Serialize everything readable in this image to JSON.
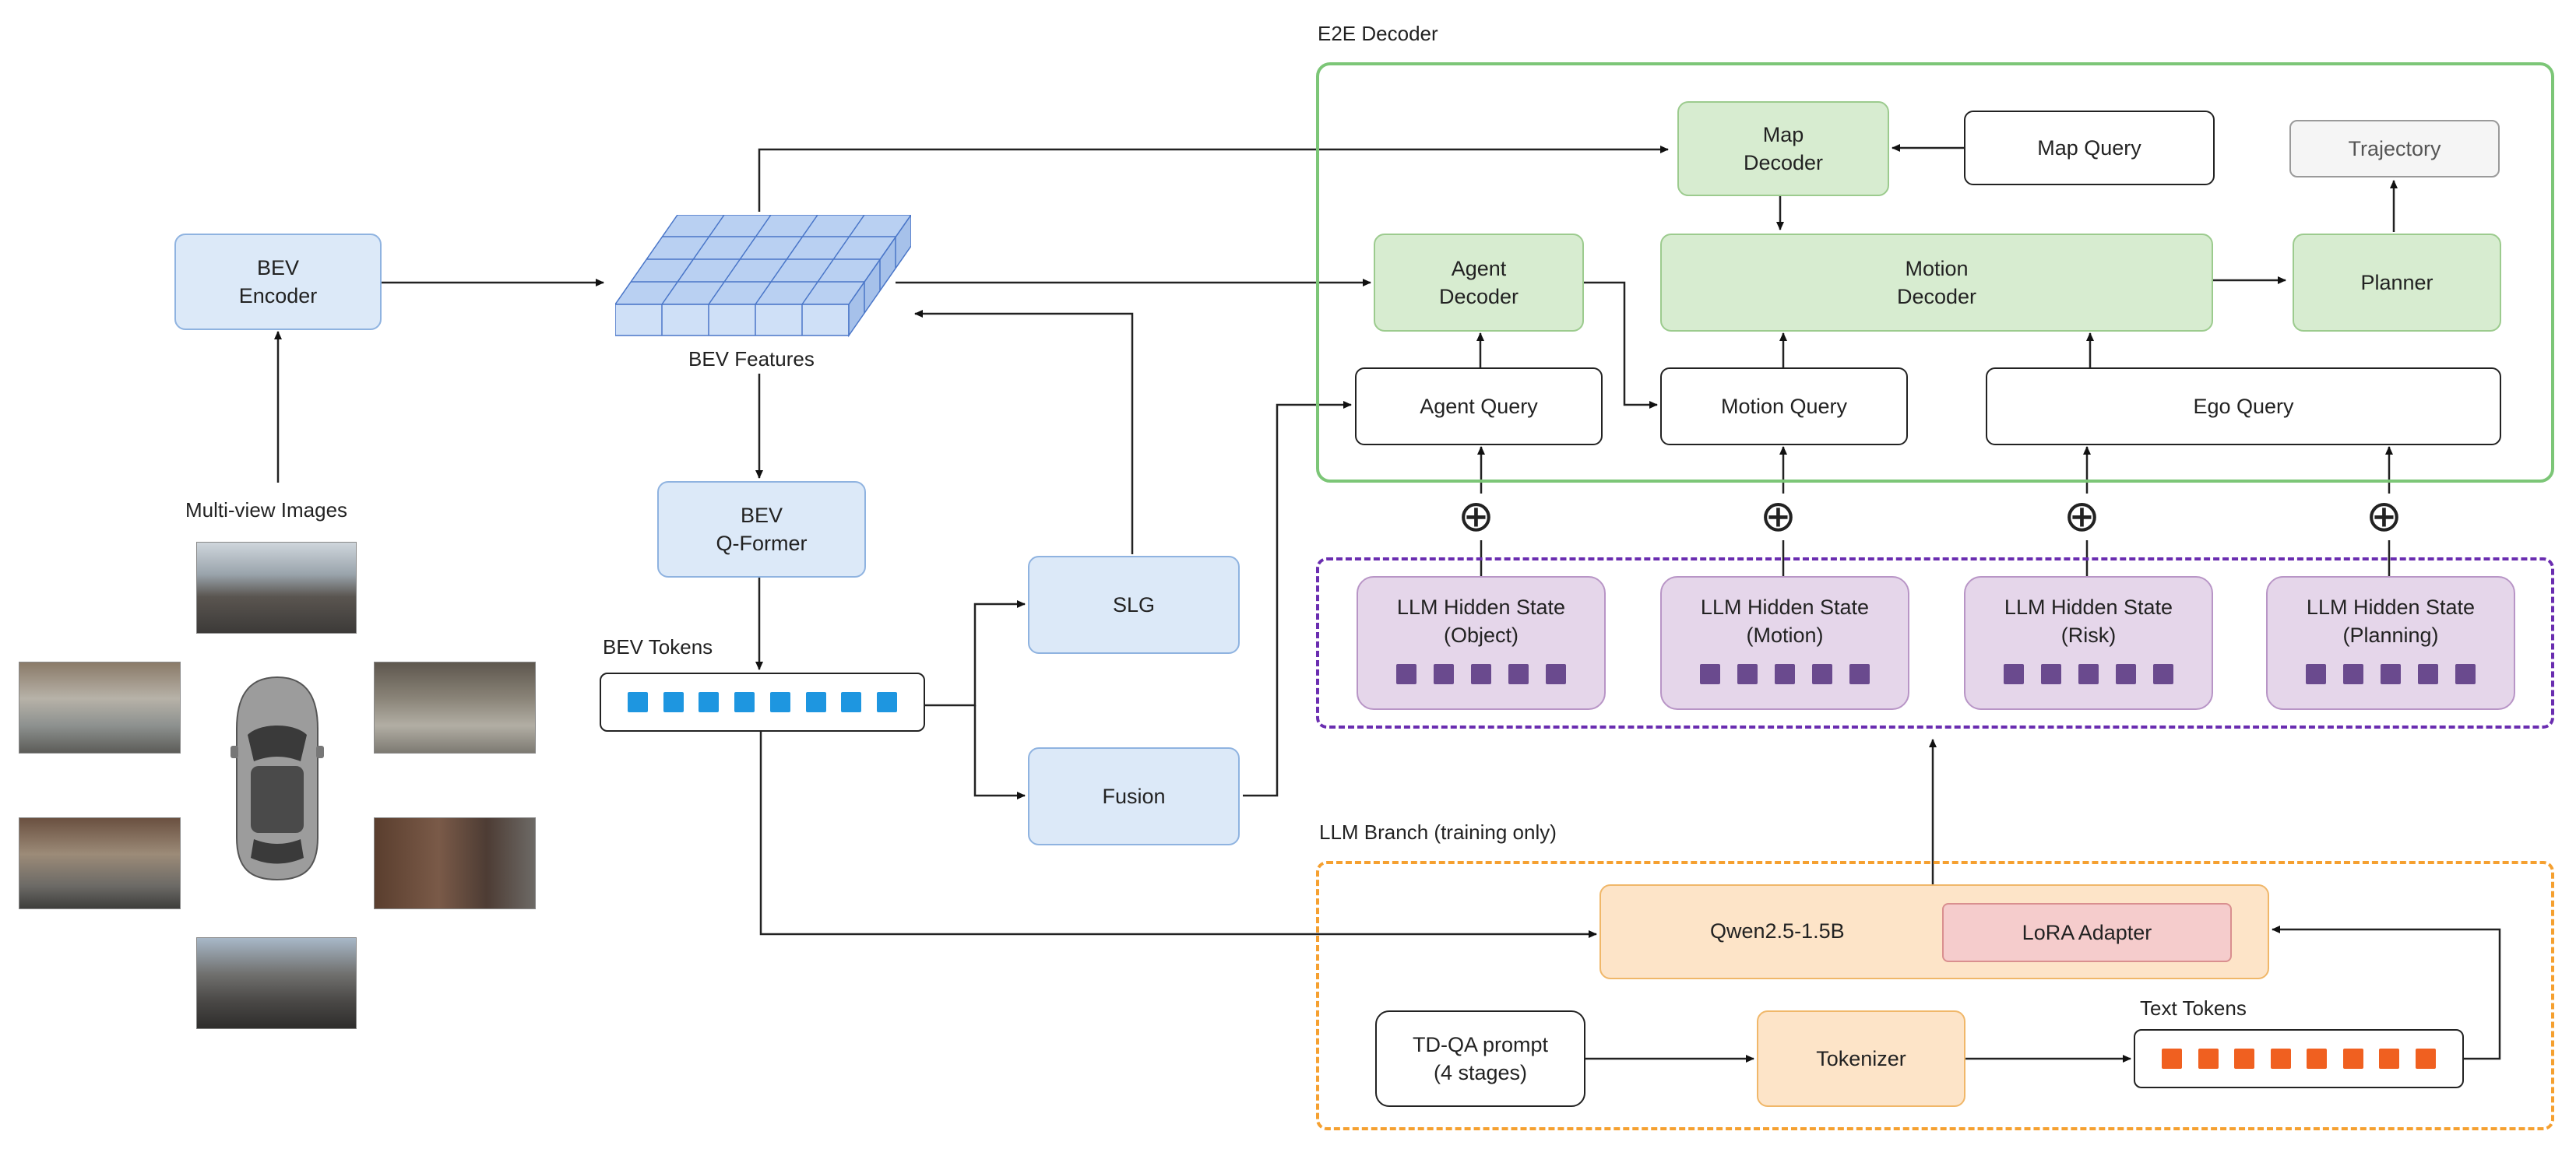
{
  "e2e_group": {
    "title": "E2E Decoder"
  },
  "llm_group": {
    "title": "LLM Branch (training only)"
  },
  "nodes": {
    "bev_encoder": "BEV\nEncoder",
    "bev_features": "BEV Features",
    "bev_qformer": "BEV\nQ-Former",
    "bev_tokens": "BEV Tokens",
    "slg": "SLG",
    "fusion": "Fusion",
    "multiview": "Multi-view Images",
    "map_decoder": "Map\nDecoder",
    "map_query": "Map Query",
    "trajectory": "Trajectory",
    "agent_decoder": "Agent\nDecoder",
    "motion_decoder": "Motion\nDecoder",
    "planner": "Planner",
    "agent_query": "Agent Query",
    "motion_query": "Motion Query",
    "ego_query": "Ego Query",
    "qwen": "Qwen2.5-1.5B",
    "lora": "LoRA Adapter",
    "tdqa": "TD-QA prompt\n(4 stages)",
    "tokenizer": "Tokenizer",
    "text_tokens": "Text Tokens"
  },
  "hidden_states": [
    "LLM Hidden State\n(Object)",
    "LLM Hidden State\n(Motion)",
    "LLM Hidden State\n(Risk)",
    "LLM Hidden State\n(Planning)"
  ],
  "plus_symbol": "⊕",
  "colors": {
    "blue_fill": "#dce9f8",
    "green_fill": "#d7ecd0",
    "purple_fill": "#e5d6ea",
    "orange_fill": "#fde4c8",
    "red_fill": "#f5cccc",
    "e2e_border": "#7cc677",
    "hidden_border": "#6a2db0",
    "llm_border": "#f5a030"
  }
}
